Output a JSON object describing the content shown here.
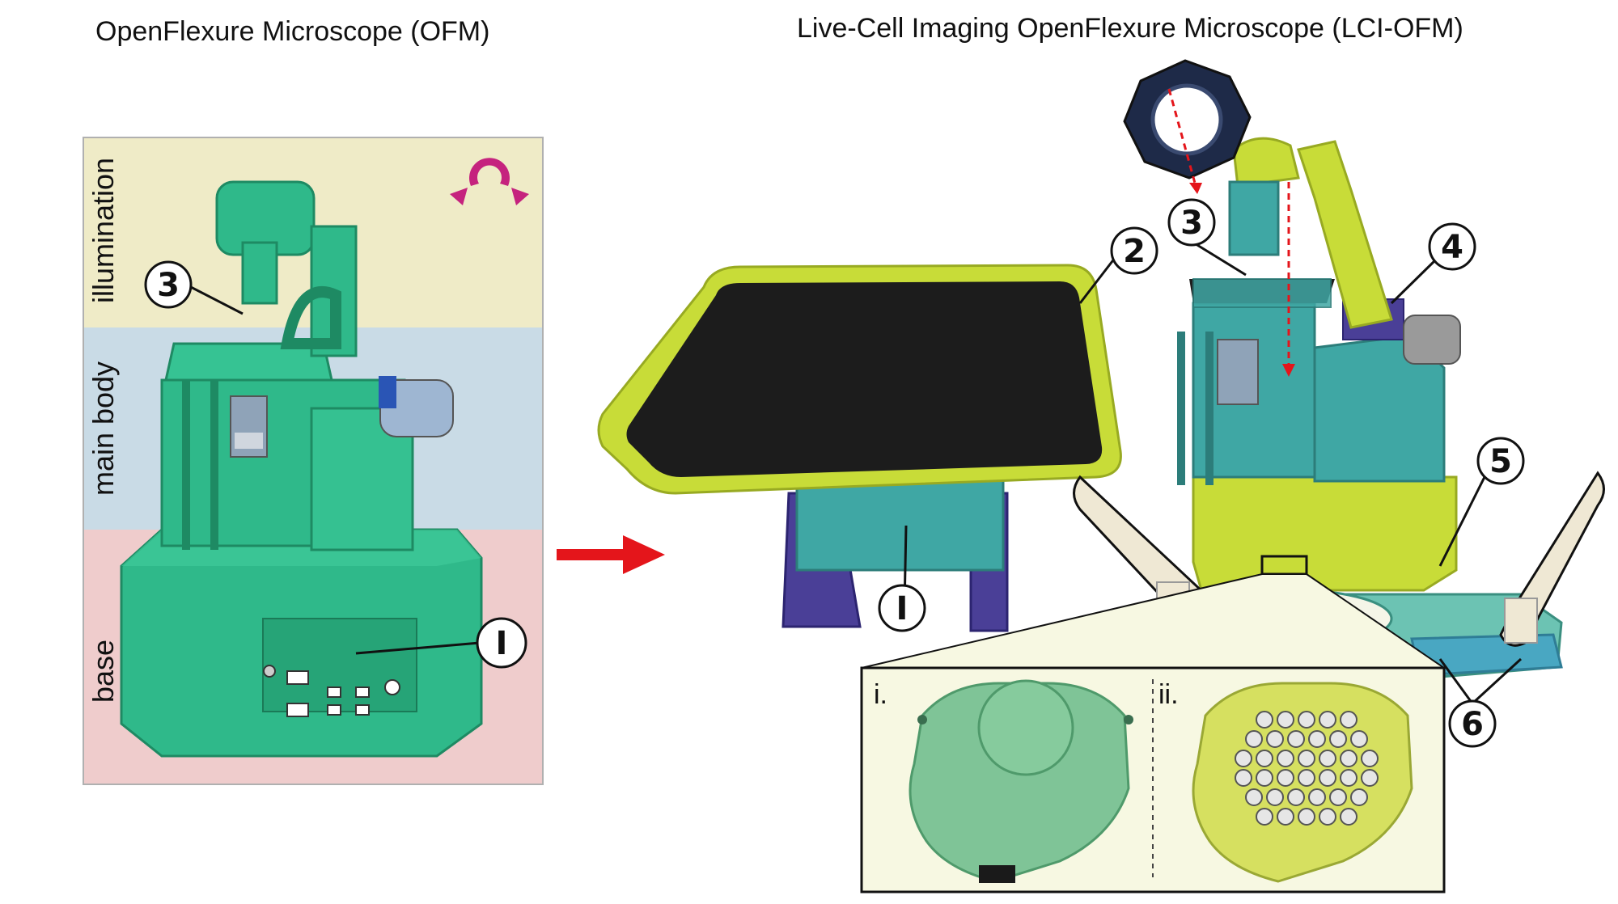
{
  "titles": {
    "left": "OpenFlexure Microscope (OFM)",
    "right": "Live-Cell Imaging OpenFlexure Microscope (LCI-OFM)"
  },
  "ofm_panel": {
    "bands": [
      {
        "label": "illumination",
        "color": "#efebc7"
      },
      {
        "label": "main body",
        "color": "#c9dbe6"
      },
      {
        "label": "base",
        "color": "#efcccc"
      }
    ],
    "logo_color": "#c5237e"
  },
  "callouts": {
    "left_3": "3",
    "left_I": "I",
    "right_I": "I",
    "right_2": "2",
    "right_3": "3",
    "right_4": "4",
    "right_5": "5",
    "right_6": "6"
  },
  "inset": {
    "label_i": "i.",
    "label_ii": "ii.",
    "background": "#f7f8e2"
  },
  "colors": {
    "ofm_green": "#2fb98a",
    "lci_lime": "#c8dc38",
    "lci_teal": "#3fa7a4",
    "stand_purple": "#4a3f97",
    "arrow_red": "#e4151b",
    "insert_green": "#7fc497",
    "insert_yellow": "#d6e060"
  }
}
